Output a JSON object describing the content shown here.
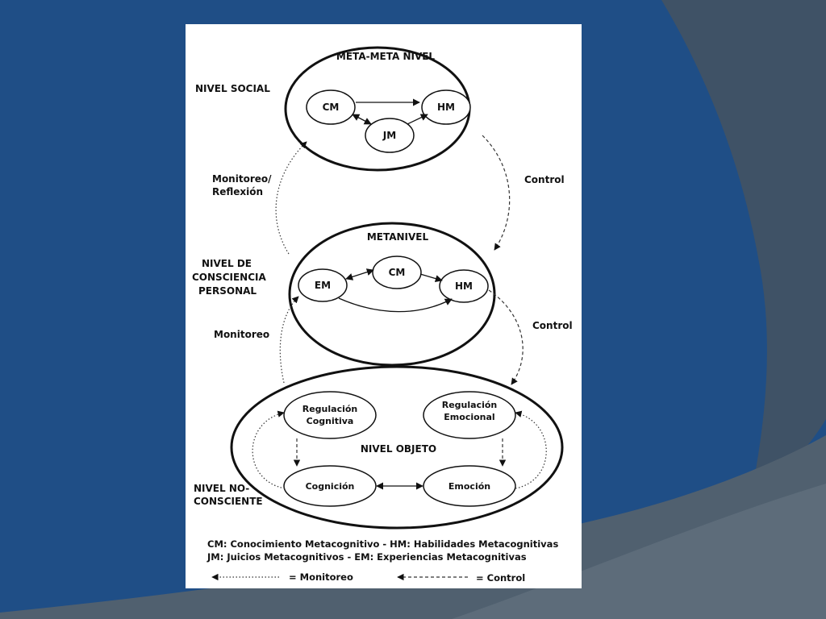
{
  "levels": {
    "meta_meta": {
      "title": "META-META NIVEL",
      "side_label": "NIVEL SOCIAL",
      "nodes": [
        "CM",
        "HM",
        "JM"
      ]
    },
    "meta": {
      "title": "METANIVEL",
      "side_label_lines": [
        "NIVEL DE",
        "CONSCIENCIA",
        "PERSONAL"
      ],
      "nodes": [
        "EM",
        "CM",
        "HM"
      ]
    },
    "object": {
      "title": "NIVEL OBJETO",
      "side_label_lines": [
        "NIVEL NO-",
        "CONSCIENTE"
      ],
      "nodes": {
        "reg_cog": [
          "Regulación",
          "Cognitiva"
        ],
        "reg_emo": [
          "Regulación",
          "Emocional"
        ],
        "cognicion": "Cognición",
        "emocion": "Emoción"
      }
    }
  },
  "links": {
    "monitoring_upper": [
      "Monitoreo/",
      "Reflexión"
    ],
    "control_upper": "Control",
    "monitoring_lower": "Monitoreo",
    "control_lower": "Control"
  },
  "legend": {
    "line1": "CM: Conocimiento Metacognitivo - HM: Habilidades Metacognitivas",
    "line2": "JM: Juicios Metacognitivos - EM: Experiencias Metacognitivas",
    "monitoring": "= Monitoreo",
    "control": "= Control"
  },
  "colors": {
    "background": "#1f4e86",
    "accent_gray": "#4a5a6b",
    "panel": "#ffffff"
  }
}
